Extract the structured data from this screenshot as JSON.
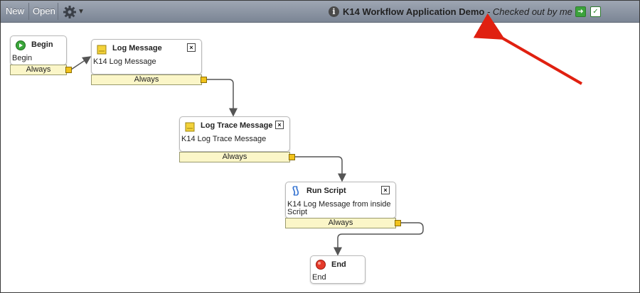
{
  "toolbar": {
    "new_label": "New",
    "open_label": "Open",
    "settings_icon": "gear-icon",
    "info_icon": "i",
    "title_bold": "K14 Workflow Application Demo",
    "title_status": " - Checked out by me",
    "icons": [
      "exit-icon",
      "check-icon"
    ]
  },
  "nodes": {
    "begin": {
      "title": "Begin",
      "body": "Begin",
      "outcome": "Always"
    },
    "log_message": {
      "title": "Log Message",
      "body": "K14 Log Message",
      "outcome": "Always"
    },
    "log_trace": {
      "title": "Log Trace Message",
      "body": "K14 Log Trace Message",
      "outcome": "Always"
    },
    "run_script": {
      "title": "Run Script",
      "body_line1": "K14 Log Message from inside",
      "body_line2": "Script",
      "outcome": "Always"
    },
    "end": {
      "title": "End",
      "body": "End"
    }
  },
  "colors": {
    "toolbar": "#8a93a1",
    "outcome_fill": "#fbf6c8",
    "port": "#f1c21b",
    "annotation_arrow": "#e02010"
  }
}
